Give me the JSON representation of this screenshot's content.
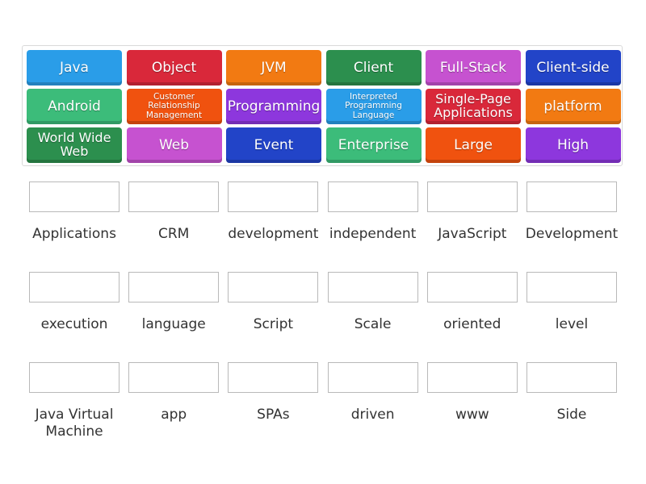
{
  "tiles": [
    {
      "label": "Java",
      "color": "#2a9de8"
    },
    {
      "label": "Object",
      "color": "#d9283a"
    },
    {
      "label": "JVM",
      "color": "#f27a12"
    },
    {
      "label": "Client",
      "color": "#2c8f4e"
    },
    {
      "label": "Full-Stack",
      "color": "#c652d0"
    },
    {
      "label": "Client-side",
      "color": "#2244c8"
    },
    {
      "label": "Android",
      "color": "#3cbc7a"
    },
    {
      "label": "Customer Relationship Management",
      "color": "#f0520f"
    },
    {
      "label": "Programming",
      "color": "#8d37dd"
    },
    {
      "label": "Interpreted Programming Language",
      "color": "#2a9de8"
    },
    {
      "label": "Single-Page Applications",
      "color": "#d9283a"
    },
    {
      "label": "platform",
      "color": "#f27a12"
    },
    {
      "label": "World Wide Web",
      "color": "#2c8f4e"
    },
    {
      "label": "Web",
      "color": "#c652d0"
    },
    {
      "label": "Event",
      "color": "#2244c8"
    },
    {
      "label": "Enterprise",
      "color": "#3cbc7a"
    },
    {
      "label": "Large",
      "color": "#f0520f"
    },
    {
      "label": "High",
      "color": "#8d37dd"
    }
  ],
  "slots": [
    {
      "label": "Applications"
    },
    {
      "label": "CRM"
    },
    {
      "label": "development"
    },
    {
      "label": "independent"
    },
    {
      "label": "JavaScript"
    },
    {
      "label": "Development"
    },
    {
      "label": "execution"
    },
    {
      "label": "language"
    },
    {
      "label": "Script"
    },
    {
      "label": "Scale"
    },
    {
      "label": "oriented"
    },
    {
      "label": "level"
    },
    {
      "label": "Java Virtual Machine"
    },
    {
      "label": "app"
    },
    {
      "label": "SPAs"
    },
    {
      "label": "driven"
    },
    {
      "label": "www"
    },
    {
      "label": "Side"
    }
  ]
}
